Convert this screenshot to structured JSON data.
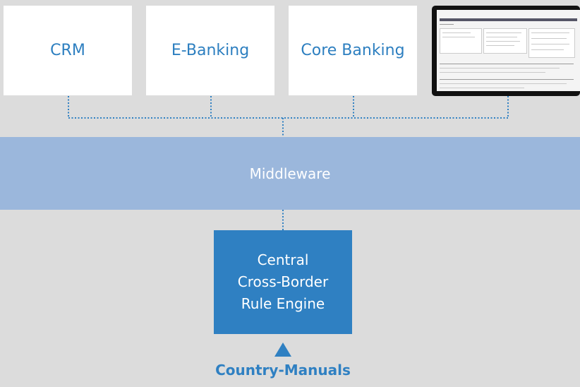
{
  "systems": {
    "crm": "CRM",
    "ebanking": "E-Banking",
    "core_banking": "Core Banking"
  },
  "middleware": "Middleware",
  "engine": {
    "line1": "Central",
    "line2": "Cross-Border",
    "line3": "Rule Engine"
  },
  "manuals": "Country-Manuals",
  "colors": {
    "background": "#dcdcdc",
    "text_blue": "#2d7fc0",
    "middleware_fill": "#9bb7dc",
    "engine_fill": "#2f80c2",
    "connector": "#2f80c2"
  },
  "icons": {
    "screenshot": "application-screenshot",
    "arrow": "up-triangle-icon"
  }
}
